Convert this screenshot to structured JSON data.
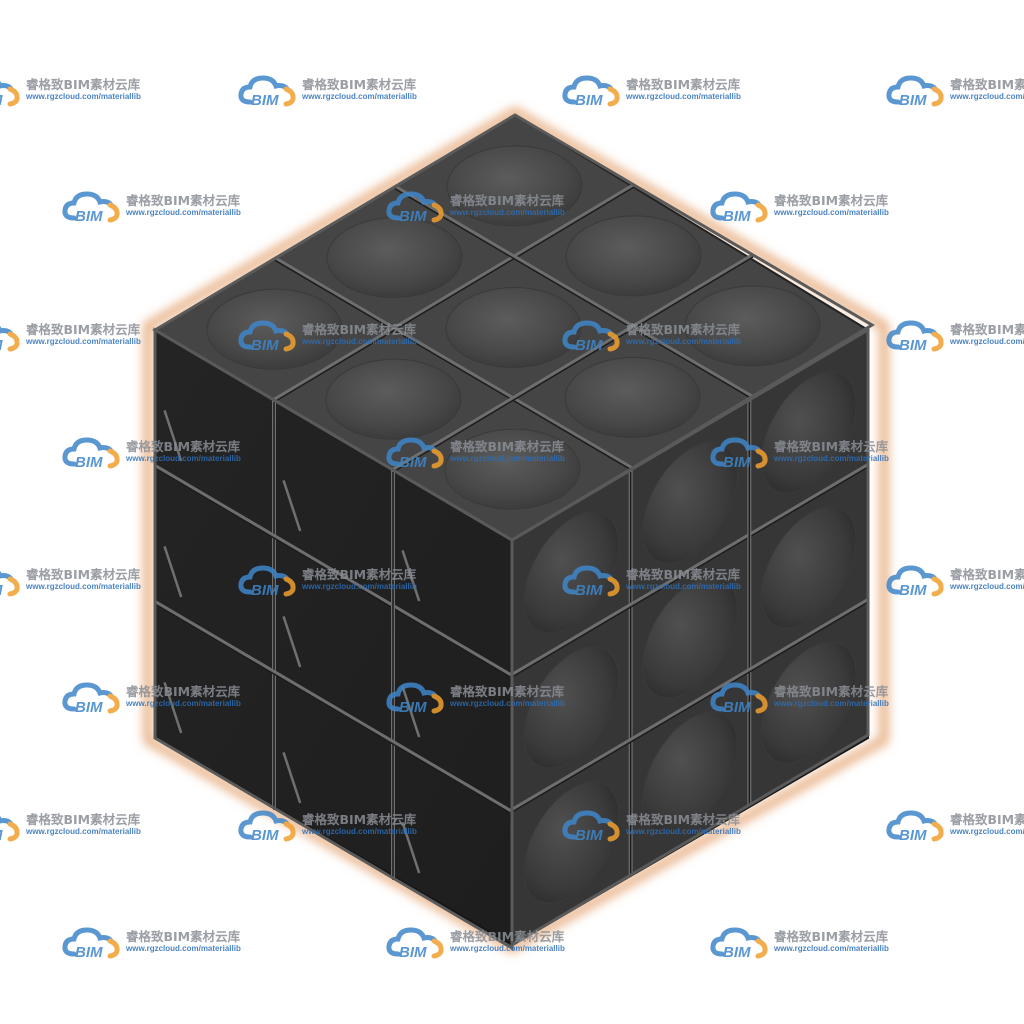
{
  "watermark": {
    "logo_text": "BIM",
    "name": "睿格致BIM素材云库",
    "url": "www.rgzcloud.com/materiallib"
  },
  "colors": {
    "background": "#ffffff",
    "outline_glow": "#e9b58c",
    "tank_dark": "#262626",
    "tank_mid": "#3a3a3a",
    "tank_top": "#4a4a4a",
    "seam": "#6e6e6e",
    "logo_blue": "#3f86c9",
    "logo_orange": "#f0a030"
  },
  "tank": {
    "icon": "modular-water-tank-icon",
    "panels_per_side": 3
  }
}
